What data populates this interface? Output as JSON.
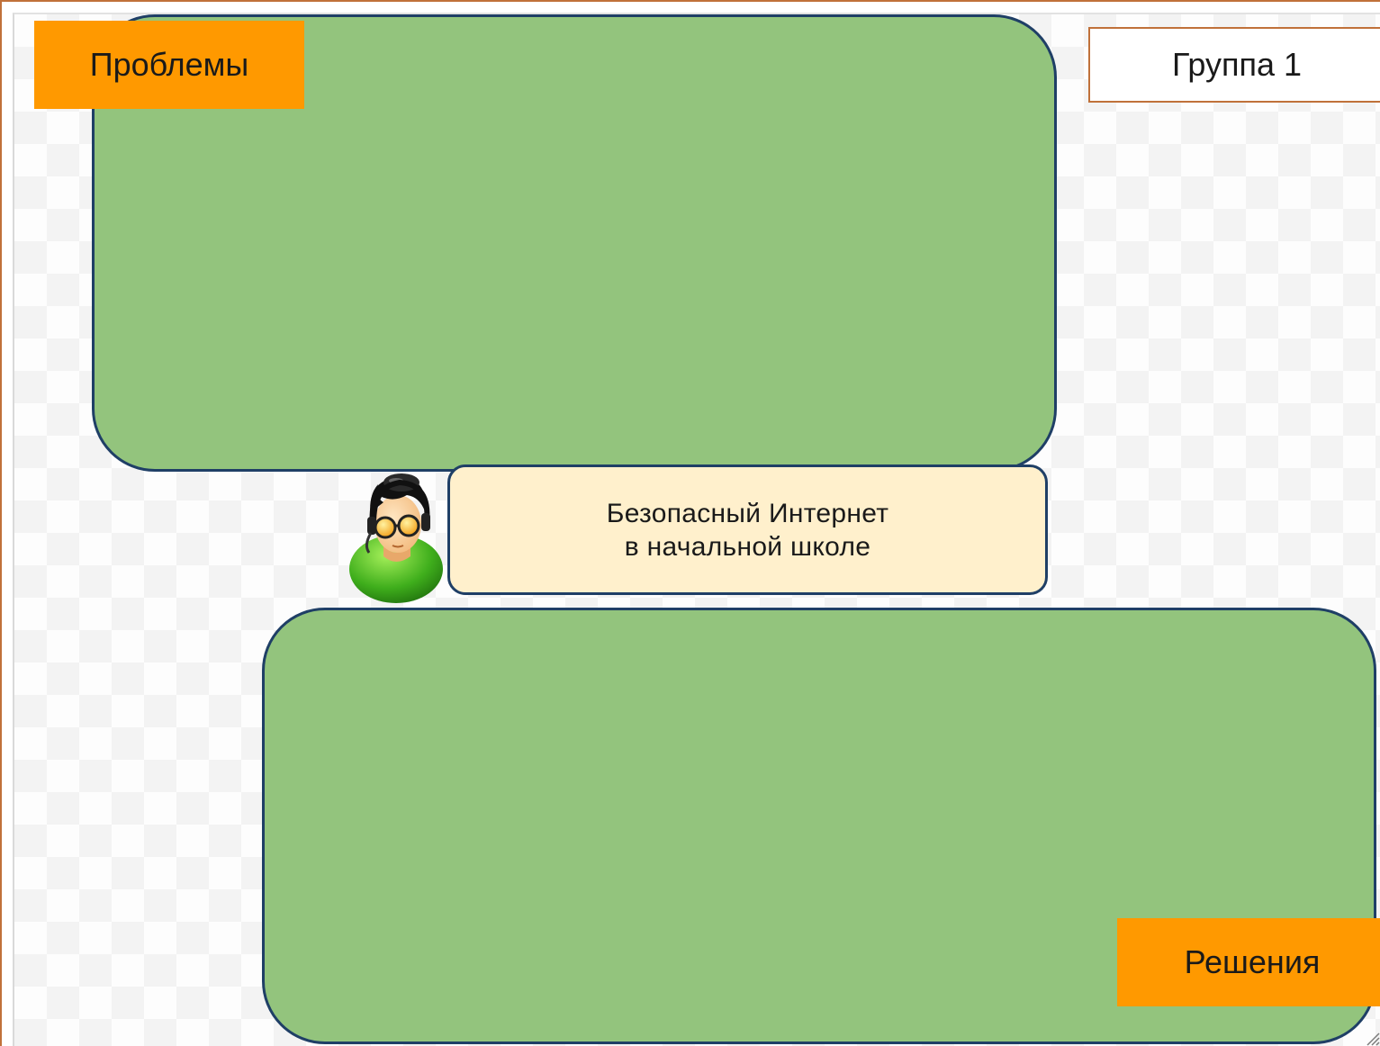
{
  "labels": {
    "problems": "Проблемы",
    "solutions": "Решения",
    "group": "Группа 1"
  },
  "topic": {
    "line1": "Безопасный Интернет",
    "line2": "в начальной школе"
  },
  "colors": {
    "area_fill": "#93c47d",
    "area_border": "#1f3f66",
    "tag_fill": "#ff9900",
    "topic_fill": "#fff0cc",
    "frame_border": "#c0713a"
  },
  "icons": {
    "avatar": "user-avatar-icon",
    "resize": "resize-grip-icon"
  }
}
